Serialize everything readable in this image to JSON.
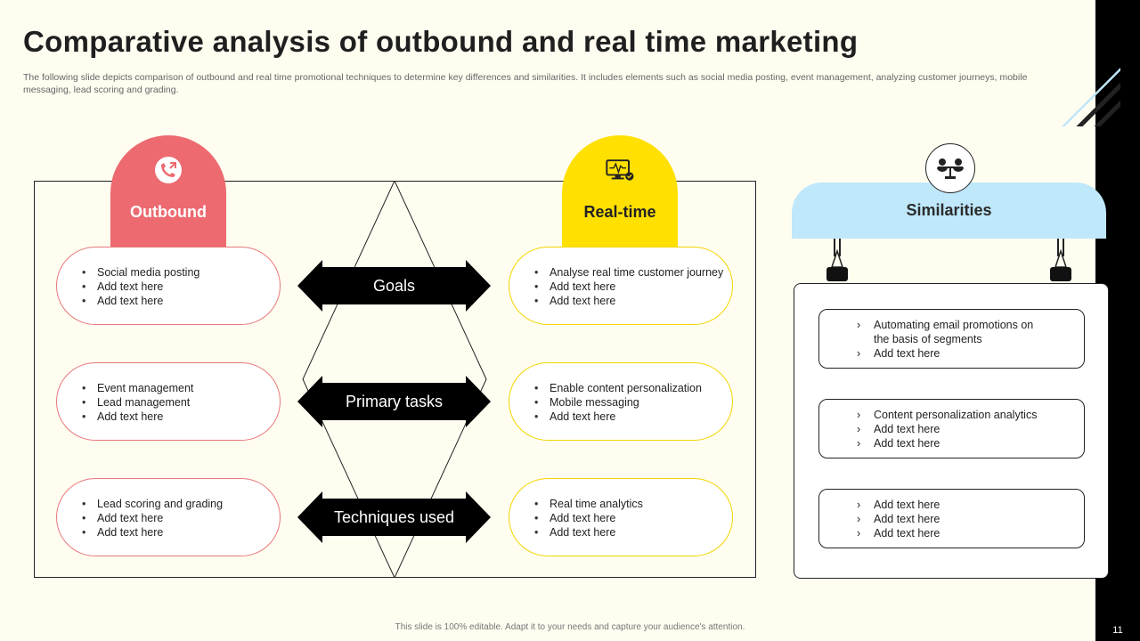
{
  "title": "Comparative analysis of outbound and real time marketing",
  "subtitle": "The following slide depicts comparison of outbound and real time promotional techniques to determine key differences and similarities. It includes elements such as social media posting, event management, analyzing customer journeys, mobile messaging, lead scoring and grading.",
  "outbound": {
    "label": "Outbound",
    "icon": "phone-call-icon",
    "color": "#ec6a70",
    "rows": [
      [
        "Social media posting",
        "Add text here",
        "Add text here"
      ],
      [
        "Event management",
        "Lead management",
        "Add text here"
      ],
      [
        "Lead scoring and grading",
        "Add text here",
        "Add text here"
      ]
    ]
  },
  "realtime": {
    "label": "Real-time",
    "icon": "monitor-pulse-icon",
    "color": "#ffe000",
    "rows": [
      [
        "Analyse real time customer journey",
        "Add text here",
        "Add text here"
      ],
      [
        "Enable content personalization",
        "Mobile messaging",
        "Add text here"
      ],
      [
        "Real time analytics",
        "Add text here",
        "Add text here"
      ]
    ]
  },
  "categories": [
    "Goals",
    "Primary tasks",
    "Techniques used"
  ],
  "similarities": {
    "label": "Similarities",
    "icon": "balance-scale-icon",
    "color": "#bfe8fb",
    "boxes": [
      [
        "Automating email promotions on the basis of segments",
        "Add text here"
      ],
      [
        "Content personalization analytics",
        "Add text here",
        "Add text here"
      ],
      [
        "Add text here",
        "Add text here",
        "Add text here"
      ]
    ]
  },
  "footer": "This slide is 100% editable. Adapt it to your needs and capture your audience's attention.",
  "page_number": "11"
}
